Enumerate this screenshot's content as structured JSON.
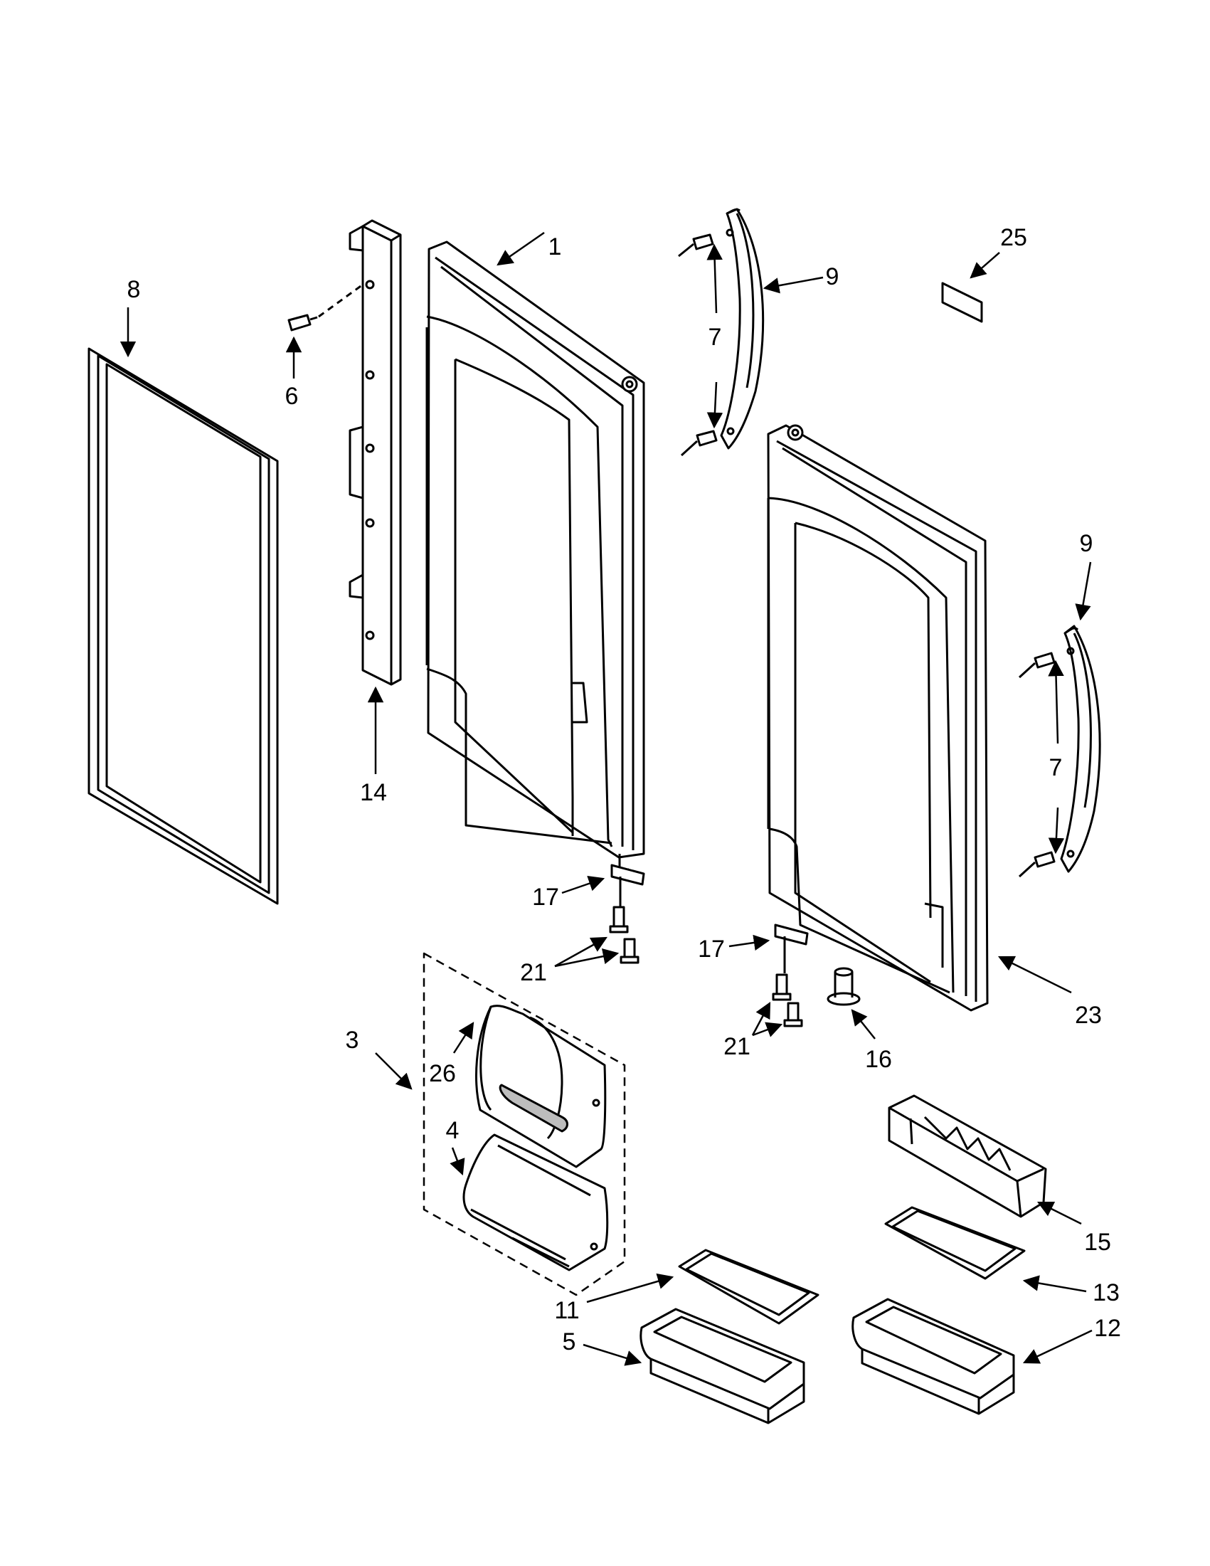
{
  "colors": {
    "ink": "#000000",
    "part_fill": "#ffffff",
    "shade": "#bdbdbd",
    "background": "#ffffff"
  },
  "callouts": [
    {
      "id": "c1",
      "text": "1"
    },
    {
      "id": "c8",
      "text": "8"
    },
    {
      "id": "c6",
      "text": "6"
    },
    {
      "id": "c14",
      "text": "14"
    },
    {
      "id": "c9a",
      "text": "9"
    },
    {
      "id": "c7a",
      "text": "7"
    },
    {
      "id": "c25",
      "text": "25"
    },
    {
      "id": "c9b",
      "text": "9"
    },
    {
      "id": "c7b",
      "text": "7"
    },
    {
      "id": "c17a",
      "text": "17"
    },
    {
      "id": "c21a",
      "text": "21"
    },
    {
      "id": "c17b",
      "text": "17"
    },
    {
      "id": "c21b",
      "text": "21"
    },
    {
      "id": "c23",
      "text": "23"
    },
    {
      "id": "c16",
      "text": "16"
    },
    {
      "id": "c3",
      "text": "3"
    },
    {
      "id": "c26",
      "text": "26"
    },
    {
      "id": "c4",
      "text": "4"
    },
    {
      "id": "c15",
      "text": "15"
    },
    {
      "id": "c11",
      "text": "11"
    },
    {
      "id": "c13",
      "text": "13"
    },
    {
      "id": "c5",
      "text": "5"
    },
    {
      "id": "c12",
      "text": "12"
    }
  ]
}
